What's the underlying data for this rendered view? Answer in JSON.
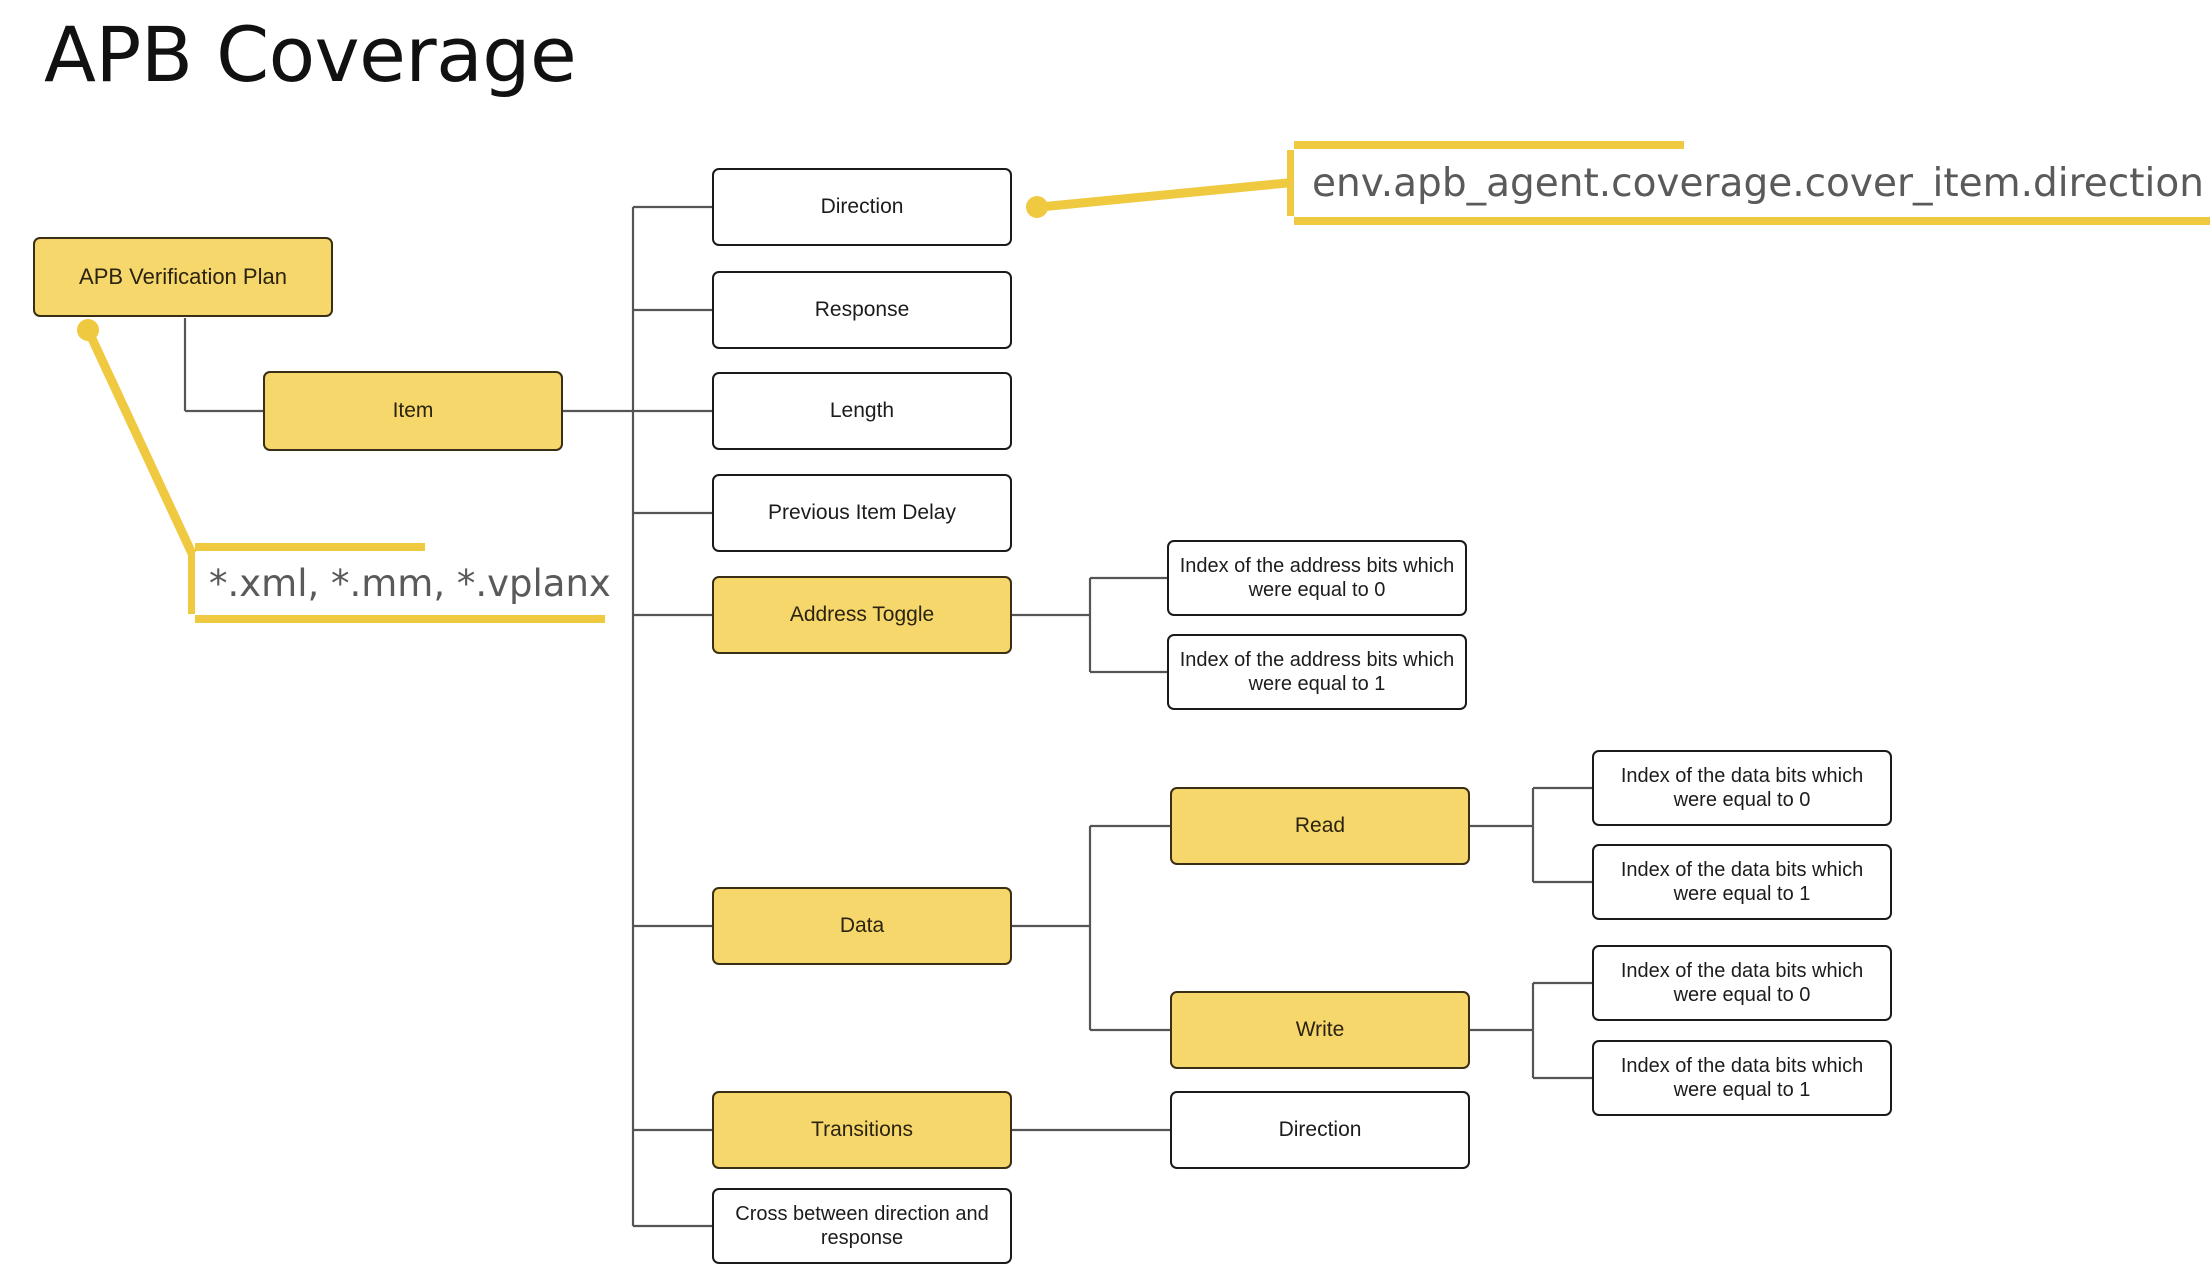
{
  "slide": {
    "title": "APB Coverage",
    "accent_color": "#f6d76b",
    "callout_color": "#efc940",
    "line_color": "#444444",
    "background": "#ffffff"
  },
  "nodes": {
    "root": {
      "label": "APB Verification Plan",
      "style": "accent"
    },
    "item": {
      "label": "Item",
      "style": "accent"
    },
    "direction": {
      "label": "Direction",
      "style": "plain"
    },
    "response": {
      "label": "Response",
      "style": "plain"
    },
    "length": {
      "label": "Length",
      "style": "plain"
    },
    "prev_item_delay": {
      "label": "Previous Item Delay",
      "style": "plain"
    },
    "address_toggle": {
      "label": "Address Toggle",
      "style": "accent"
    },
    "addr_bits_0": {
      "label": "Index of the address bits which were equal to 0",
      "style": "plain"
    },
    "addr_bits_1": {
      "label": "Index of the address bits which were equal to 1",
      "style": "plain"
    },
    "data": {
      "label": "Data",
      "style": "accent"
    },
    "read": {
      "label": "Read",
      "style": "accent"
    },
    "write": {
      "label": "Write",
      "style": "accent"
    },
    "read_bits_0": {
      "label": "Index of the data bits which were equal to 0",
      "style": "plain"
    },
    "read_bits_1": {
      "label": "Index of the data bits which were equal to 1",
      "style": "plain"
    },
    "write_bits_0": {
      "label": "Index of the data bits which were equal to 0",
      "style": "plain"
    },
    "write_bits_1": {
      "label": "Index of the data bits which were equal to 1",
      "style": "plain"
    },
    "transitions": {
      "label": "Transitions",
      "style": "accent"
    },
    "transitions_direction": {
      "label": "Direction",
      "style": "plain"
    },
    "cross": {
      "label": "Cross between direction and response",
      "style": "plain"
    }
  },
  "callouts": {
    "direction_path": "env.apb_agent.coverage.cover_item.direction",
    "plan_files": "*.xml, *.mm, *.vplanx"
  }
}
